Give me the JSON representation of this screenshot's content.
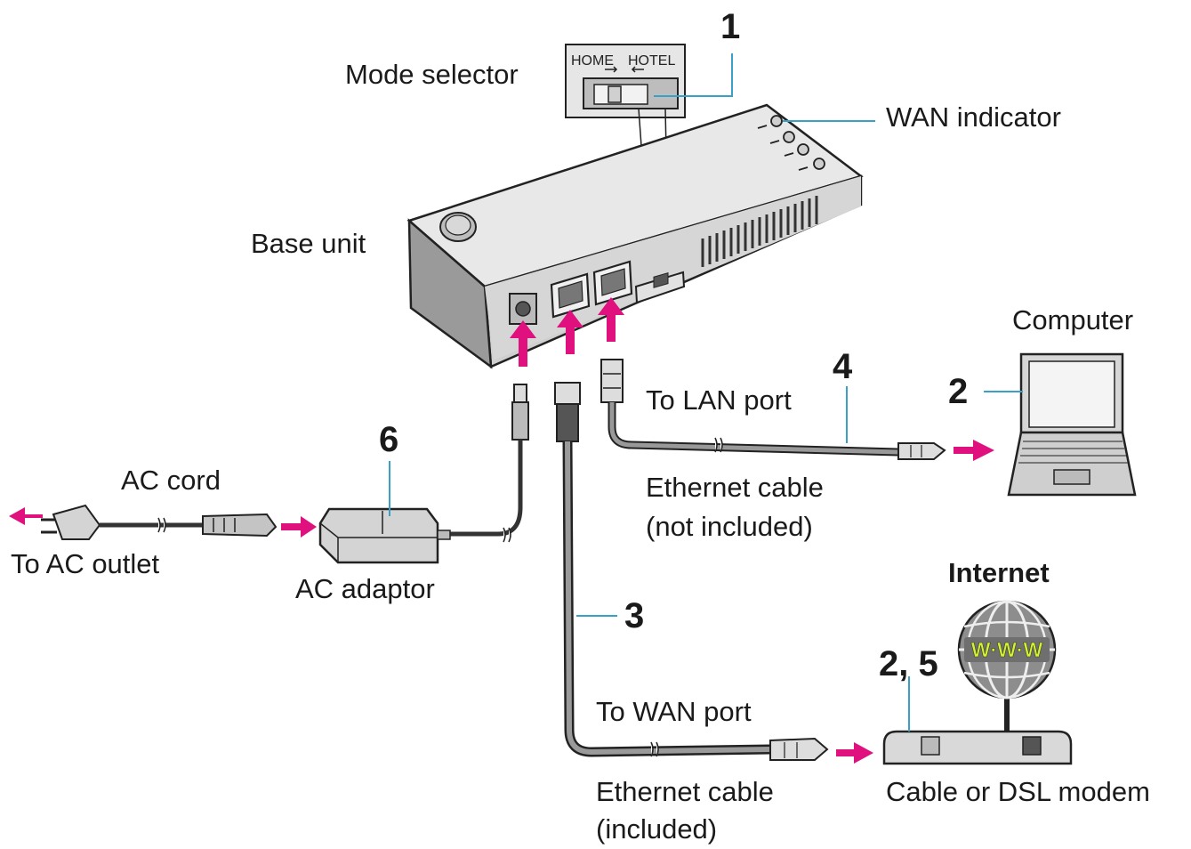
{
  "labels": {
    "mode_selector": "Mode selector",
    "home": "HOME",
    "hotel": "HOTEL",
    "wan_indicator": "WAN indicator",
    "base_unit": "Base unit",
    "computer": "Computer",
    "to_lan_port": "To LAN port",
    "ethernet_cable_lan_line1": "Ethernet cable",
    "ethernet_cable_lan_line2": "(not included)",
    "ac_cord": "AC cord",
    "to_ac_outlet": "To AC outlet",
    "ac_adaptor": "AC adaptor",
    "internet": "Internet",
    "www": "W·W·W",
    "to_wan_port": "To WAN port",
    "ethernet_cable_wan_line1": "Ethernet cable",
    "ethernet_cable_wan_line2": "(included)",
    "modem": "Cable or DSL modem"
  },
  "callouts": {
    "mode_selector": "1",
    "computer": "2",
    "wan_cable": "3",
    "lan_cable": "4",
    "modem": "2, 5",
    "ac_adaptor": "6"
  },
  "colors": {
    "arrow": "#e0117f",
    "callout_line": "#3aa0c8",
    "device_fill": "#d9d9d9",
    "device_dark": "#8a8a8a",
    "outline": "#222222",
    "www_text": "#d4f03a"
  }
}
